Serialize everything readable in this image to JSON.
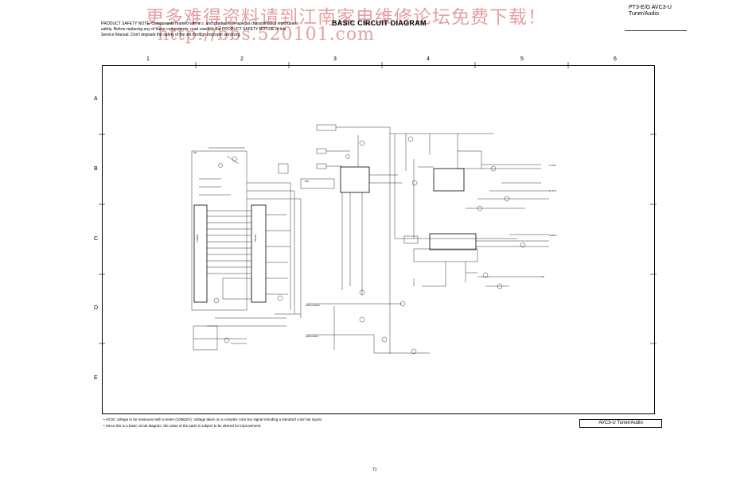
{
  "watermark": {
    "line1": "更多难得资料请到江南家电维修论坛免费下载！",
    "line2": "http://bbs.520101.com"
  },
  "safety_note": "PRODUCT SAFETY NOTE: Components marked with a ⚠ and shaded have special characteristics important to safety. Before replacing any of these components, read carefully the PRODUCT SAFETY NOTICE of this Service Manual. Don't degrade the safety of the set through improper servicing.",
  "title": "BASIC CIRCUIT DIAGRAM",
  "model": {
    "line1": "PT3-E/G AVC3-U",
    "line2": "Tuner/Audio"
  },
  "grid": {
    "columns": [
      "1",
      "2",
      "3",
      "4",
      "5",
      "6"
    ],
    "rows": [
      "A",
      "B",
      "C",
      "D",
      "E"
    ]
  },
  "notes": [
    "• All DC voltage to be measured with a tester (100kΩ/V). Voltage taken on a complex color bar signal including a standard color bar signal.",
    "• Since this is a basic circuit diagram, the value of the parts is subject to be altered for improvement."
  ],
  "footer_tag": "AVC3-U Tuner/Audio",
  "page_number": "71"
}
